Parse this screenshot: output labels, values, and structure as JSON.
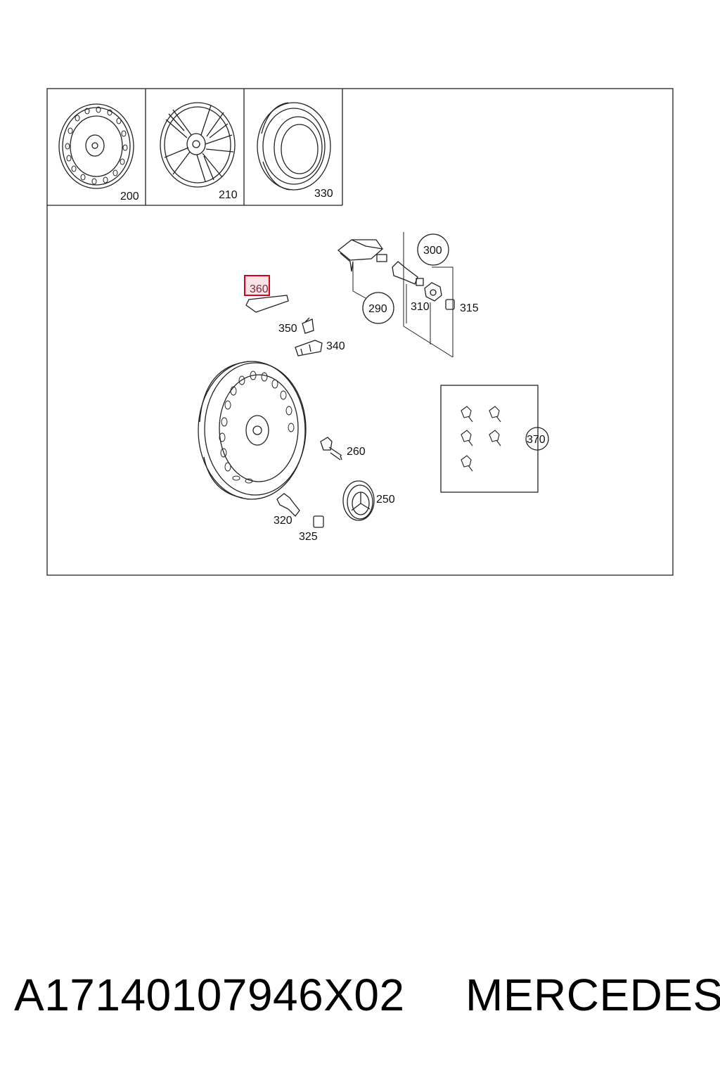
{
  "callouts": {
    "c200": "200",
    "c210": "210",
    "c330": "330",
    "c290": "290",
    "c300": "300",
    "c310": "310",
    "c315": "315",
    "c340": "340",
    "c350": "350",
    "c360": "360",
    "c260": "260",
    "c250": "250",
    "c320": "320",
    "c325": "325",
    "c370": "370"
  },
  "highlight": {
    "callout": "360",
    "color": "#d9001b"
  },
  "footer": {
    "part_number": "A17140107946X02",
    "brand": "MERCEDES"
  }
}
